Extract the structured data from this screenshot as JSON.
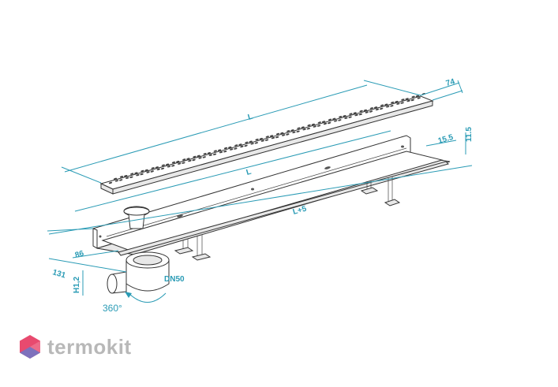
{
  "dimensions": {
    "grate_width": "74",
    "grate_length": "L",
    "channel_length": "L",
    "overall_length": "L+5",
    "flange_width": "15.5",
    "channel_height": "11.5",
    "channel_width": "86",
    "outlet_offset": "131",
    "outlet_height": "H1,2",
    "outlet_diameter": "DN50",
    "rotation": "360°"
  },
  "brand": {
    "name": "termokit",
    "icon": "hexagon-logo-icon",
    "colors": {
      "accent": "#e84a6f",
      "secondary": "#5b7fd6",
      "text": "#b8b8b8"
    }
  },
  "colors": {
    "dimension": "#2a9bb5",
    "outline": "#333333"
  }
}
